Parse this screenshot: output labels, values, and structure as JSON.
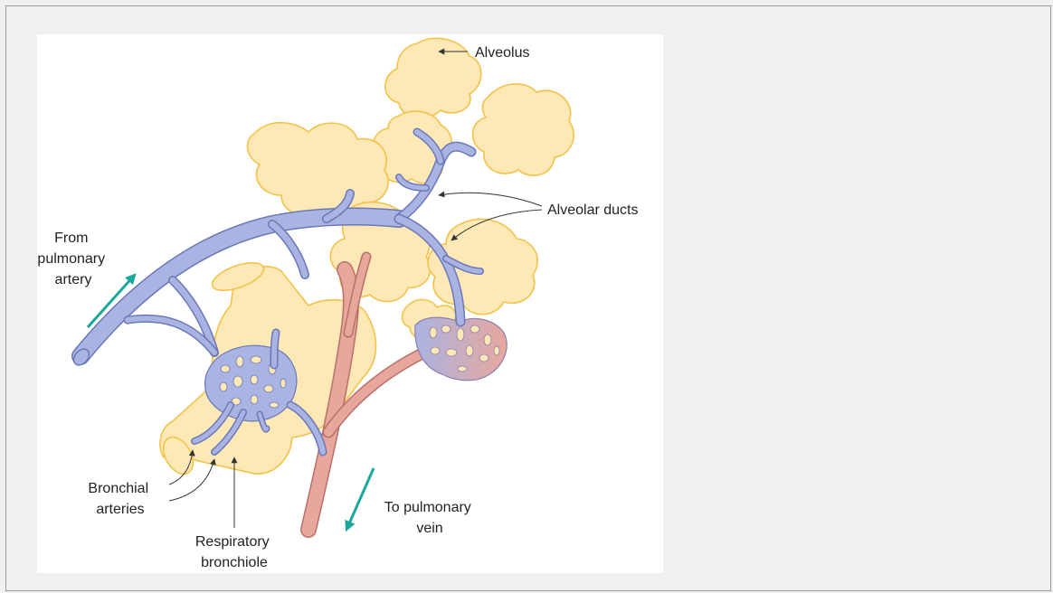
{
  "labels": {
    "alveolus": "Alveolus",
    "alveolar_ducts": "Alveolar ducts",
    "from_artery": [
      "From",
      "pulmonary",
      "artery"
    ],
    "bronchial_arteries": [
      "Bronchial",
      "arteries"
    ],
    "respiratory_bronchiole": [
      "Respiratory",
      "bronchiole"
    ],
    "to_vein": [
      "To pulmonary",
      "vein"
    ]
  },
  "colors": {
    "alveolus_fill": "#fde8b6",
    "alveolus_stroke": "#f2c24a",
    "artery_fill": "#aab4e2",
    "artery_stroke": "#6b78b8",
    "vein_fill": "#e8a79c",
    "vein_stroke": "#b9706a",
    "flow_arrow": "#1aa89c",
    "pointer": "#333333"
  }
}
